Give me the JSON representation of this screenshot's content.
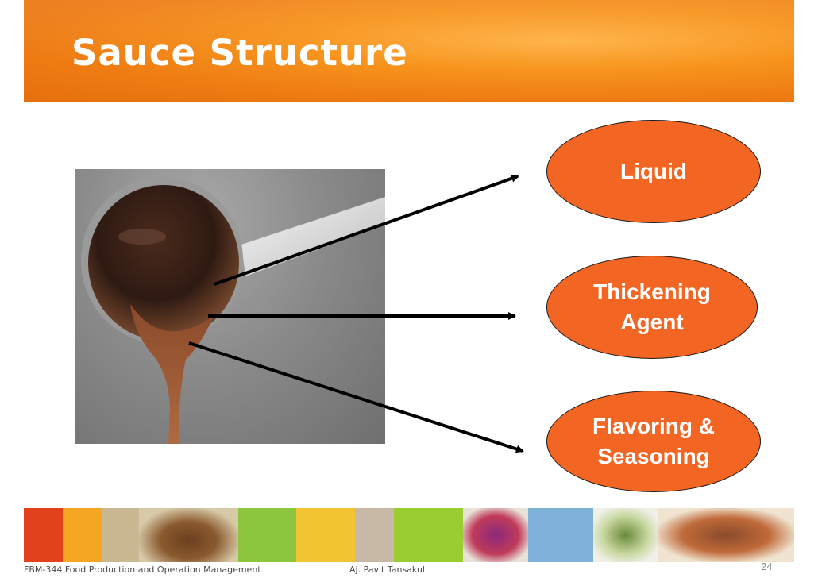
{
  "slide": {
    "title": "Sauce Structure",
    "components": [
      {
        "label": "Liquid"
      },
      {
        "label": "Thickening\nAgent"
      },
      {
        "label": "Flavoring &\nSeasoning"
      }
    ],
    "footer": {
      "course": "FBM-344 Food Production and Operation Management",
      "instructor": "Aj. Pavit Tansakul",
      "page_number": "24"
    },
    "colors": {
      "header": "#f7941d",
      "oval_fill": "#f26522",
      "oval_text": "#ffffff"
    }
  }
}
